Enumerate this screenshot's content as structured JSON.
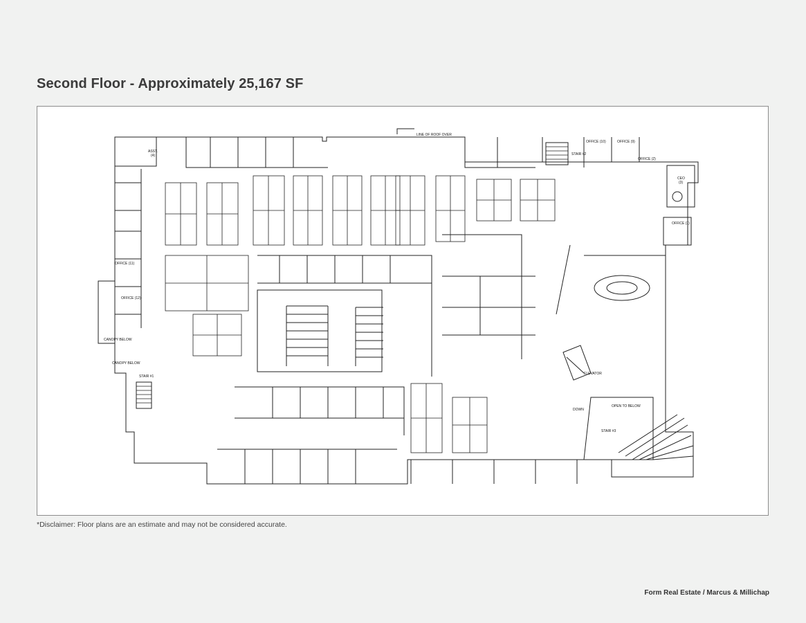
{
  "header": {
    "title": "Second Floor - Approximately 25,167 SF"
  },
  "plan": {
    "labels": {
      "roof_line": "LINE OF ROOF OVER",
      "asst": "ASST.",
      "asst_num": "(4)",
      "office_11": "OFFICE (11)",
      "office_12": "OFFICE (12)",
      "office_10": "OFFICE (10)",
      "office_9": "OFFICE (9)",
      "office_2": "OFFICE (2)",
      "ceo": "CEO",
      "ceo_num": "(3)",
      "office_1": "OFFICE (1)",
      "stair_1": "STAIR #1",
      "stair_2": "STAIR #2",
      "stair_3": "STAIR #3",
      "elevator": "ELEVATOR",
      "open_below": "OPEN TO BELOW",
      "down": "DOWN",
      "canopy_below_1": "CANOPY BELOW",
      "canopy_below_2": "CANOPY BELOW"
    }
  },
  "disclaimer": "*Disclaimer: Floor plans are an estimate and may not be considered accurate.",
  "footer": {
    "credit": "Form Real Estate / Marcus & Millichap"
  }
}
